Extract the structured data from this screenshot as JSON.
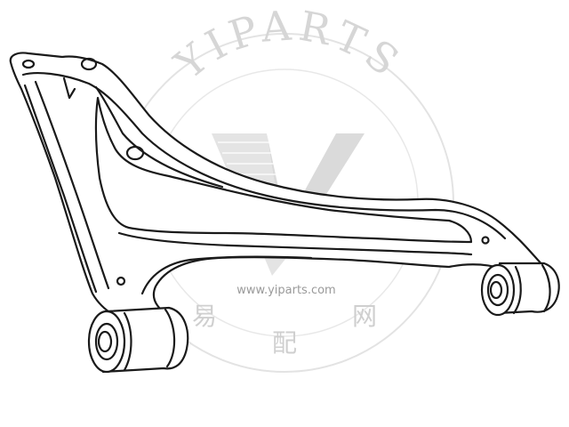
{
  "watermark": {
    "brand": "YIPARTS",
    "url": "www.yiparts.com",
    "cjk_chars": [
      "易",
      "配",
      "网"
    ],
    "color": "#d9d9d9",
    "logo_color": "#cfcfcf"
  },
  "drawing": {
    "subject": "control-arm-line-drawing",
    "stroke_color": "#1a1a1a",
    "fill_color": "#ffffff"
  }
}
